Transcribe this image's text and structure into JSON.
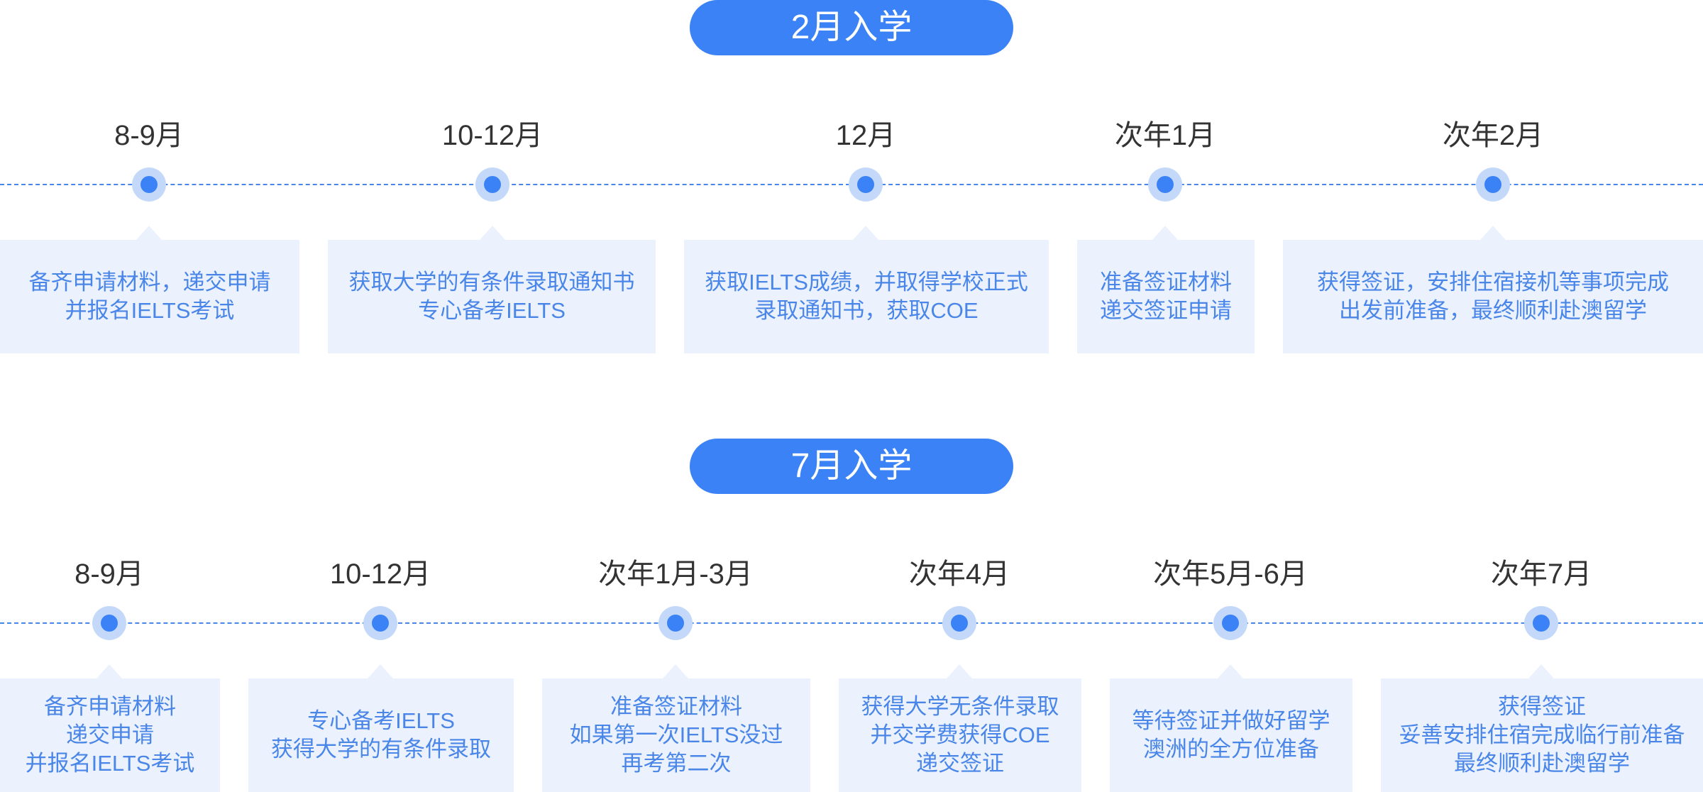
{
  "colors": {
    "accent": "#3b82f6",
    "card_bg": "#ebf2fd",
    "card_text": "#4a86e8"
  },
  "sections": [
    {
      "title": "2月入学",
      "steps": [
        {
          "date": "8-9月",
          "lines": [
            "备齐申请材料，递交申请",
            "并报名IELTS考试"
          ]
        },
        {
          "date": "10-12月",
          "lines": [
            "获取大学的有条件录取通知书",
            "专心备考IELTS"
          ]
        },
        {
          "date": "12月",
          "lines": [
            "获取IELTS成绩，并取得学校正式",
            "录取通知书，获取COE"
          ]
        },
        {
          "date": "次年1月",
          "lines": [
            "准备签证材料",
            "递交签证申请"
          ]
        },
        {
          "date": "次年2月",
          "lines": [
            "获得签证，安排住宿接机等事项完成",
            "出发前准备，最终顺利赴澳留学"
          ]
        }
      ]
    },
    {
      "title": "7月入学",
      "steps": [
        {
          "date": "8-9月",
          "lines": [
            "备齐申请材料",
            "递交申请",
            "并报名IELTS考试"
          ]
        },
        {
          "date": "10-12月",
          "lines": [
            "专心备考IELTS",
            "获得大学的有条件录取"
          ]
        },
        {
          "date": "次年1月-3月",
          "lines": [
            "准备签证材料",
            "如果第一次IELTS没过",
            "再考第二次"
          ]
        },
        {
          "date": "次年4月",
          "lines": [
            "获得大学无条件录取",
            "并交学费获得COE",
            "递交签证"
          ]
        },
        {
          "date": "次年5月-6月",
          "lines": [
            "等待签证并做好留学",
            "澳洲的全方位准备"
          ]
        },
        {
          "date": "次年7月",
          "lines": [
            "获得签证",
            "妥善安排住宿完成临行前准备",
            "最终顺利赴澳留学"
          ]
        }
      ]
    }
  ]
}
